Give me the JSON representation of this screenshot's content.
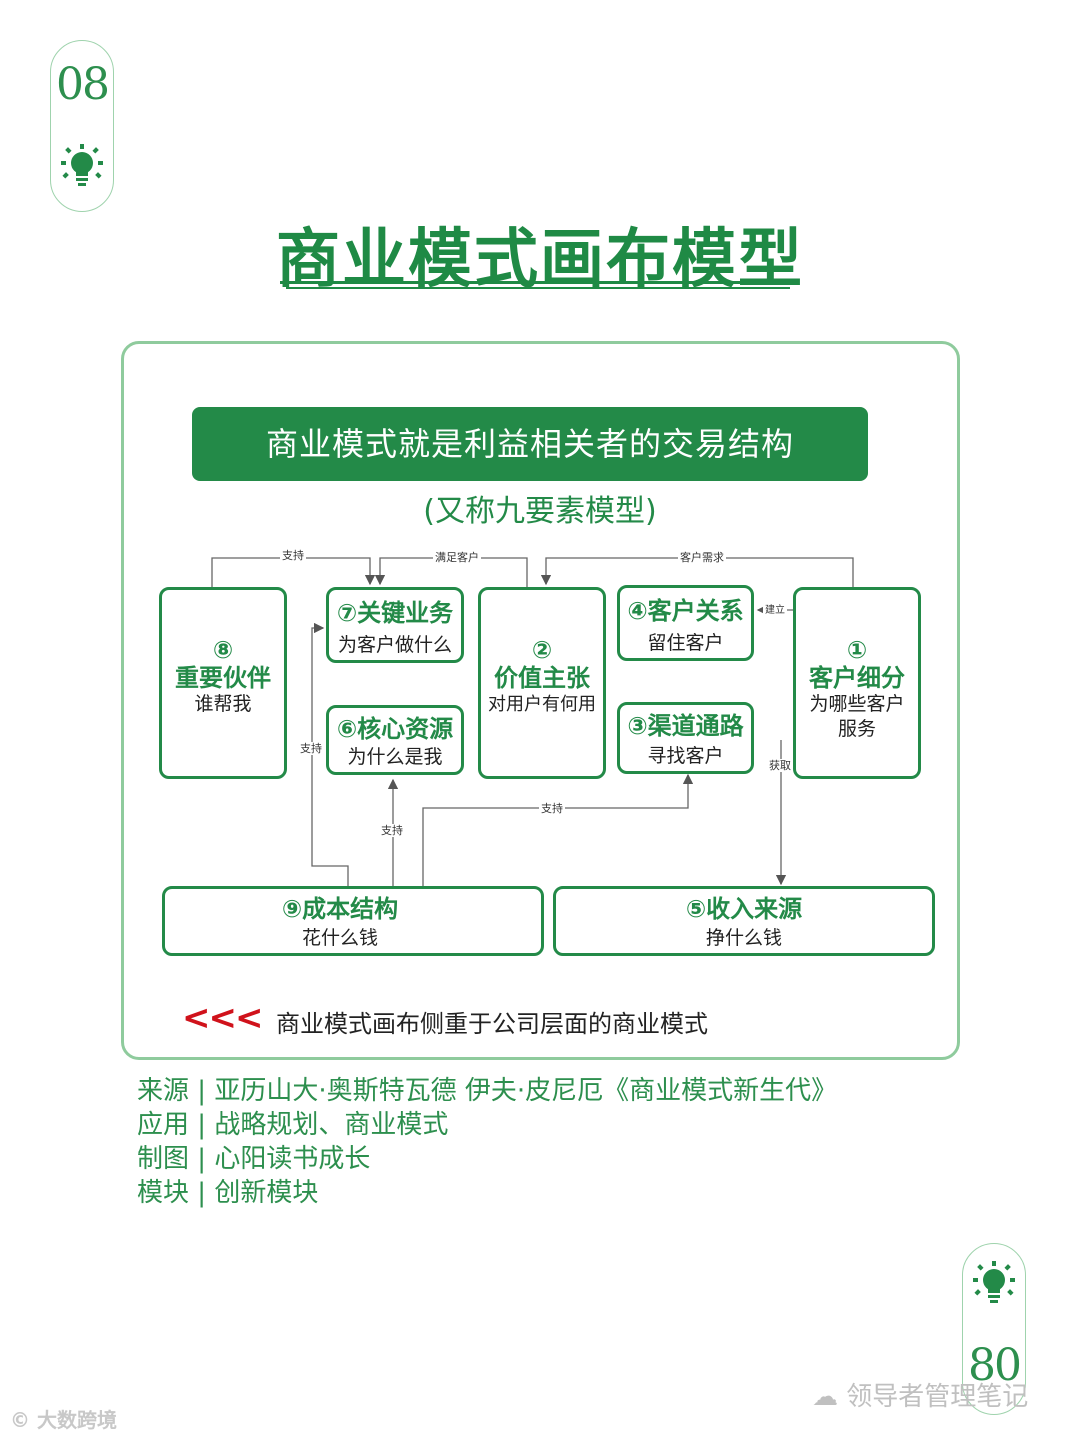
{
  "page_number_top": "08",
  "page_number_bottom": "80",
  "title": "商业模式画布模型",
  "banner": "商业模式就是利益相关者的交易结构",
  "subtitle": "(又称九要素模型)",
  "blocks": {
    "partners": {
      "num": "⑧",
      "title": "重要伙伴",
      "desc": "谁帮我"
    },
    "activities": {
      "title": "⑦关键业务",
      "desc": "为客户做什么"
    },
    "resources": {
      "title": "⑥核心资源",
      "desc": "为什么是我"
    },
    "value": {
      "num": "②",
      "title": "价值主张",
      "desc": "对用户有何用"
    },
    "relationships": {
      "title": "④客户关系",
      "desc": "留住客户"
    },
    "channels": {
      "title": "③渠道通路",
      "desc": "寻找客户"
    },
    "segments": {
      "num": "①",
      "title": "客户细分",
      "desc1": "为哪些客户",
      "desc2": "服务"
    },
    "cost": {
      "title": "⑨成本结构",
      "desc": "花什么钱"
    },
    "revenue": {
      "title": "⑤收入来源",
      "desc": "挣什么钱"
    }
  },
  "arrow_labels": {
    "support_top": "支持",
    "meet_customer": "满足客户",
    "customer_need": "客户需求",
    "establish": "建立",
    "support_left": "支持",
    "acquire": "获取",
    "support_mid": "支持",
    "support_bottom": "支持"
  },
  "footer": {
    "arrows": "<<<",
    "note": "商业模式画布侧重于公司层面的商业模式"
  },
  "meta": [
    {
      "label": "来源",
      "value": "亚历山大·奥斯特瓦德 伊夫·皮尼厄《商业模式新生代》"
    },
    {
      "label": "应用",
      "value": "战略规划、商业模式"
    },
    {
      "label": "制图",
      "value": "心阳读书成长"
    },
    {
      "label": "模块",
      "value": "创新模块"
    }
  ],
  "watermarks": {
    "left": "大数跨境",
    "right": "领导者管理笔记"
  },
  "colors": {
    "primary": "#238a48",
    "frame": "#8fcb9d",
    "accent_red": "#d0121b"
  }
}
